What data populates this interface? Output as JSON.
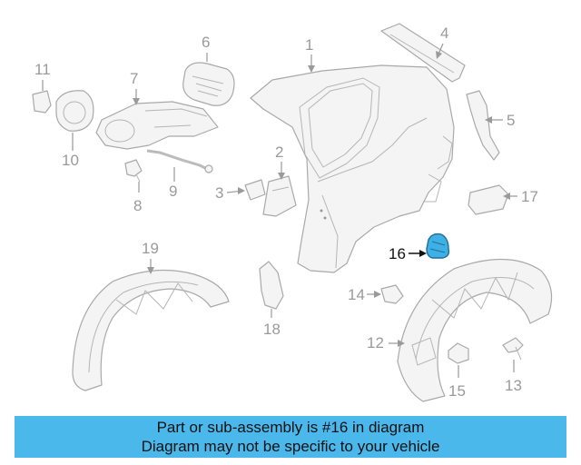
{
  "diagram": {
    "highlight_color": "#3fb0e6",
    "callouts": {
      "c1": "1",
      "c2": "2",
      "c3": "3",
      "c4": "4",
      "c5": "5",
      "c6": "6",
      "c7": "7",
      "c8": "8",
      "c9": "9",
      "c10": "10",
      "c11": "11",
      "c12": "12",
      "c13": "13",
      "c14": "14",
      "c15": "15",
      "c16": "16",
      "c17": "17",
      "c18": "18",
      "c19": "19"
    },
    "highlighted_part": "16"
  },
  "caption": {
    "line1": "Part or sub-assembly is #16 in diagram",
    "line2": "Diagram may not be specific to your vehicle",
    "background": "#4bb8ec"
  }
}
